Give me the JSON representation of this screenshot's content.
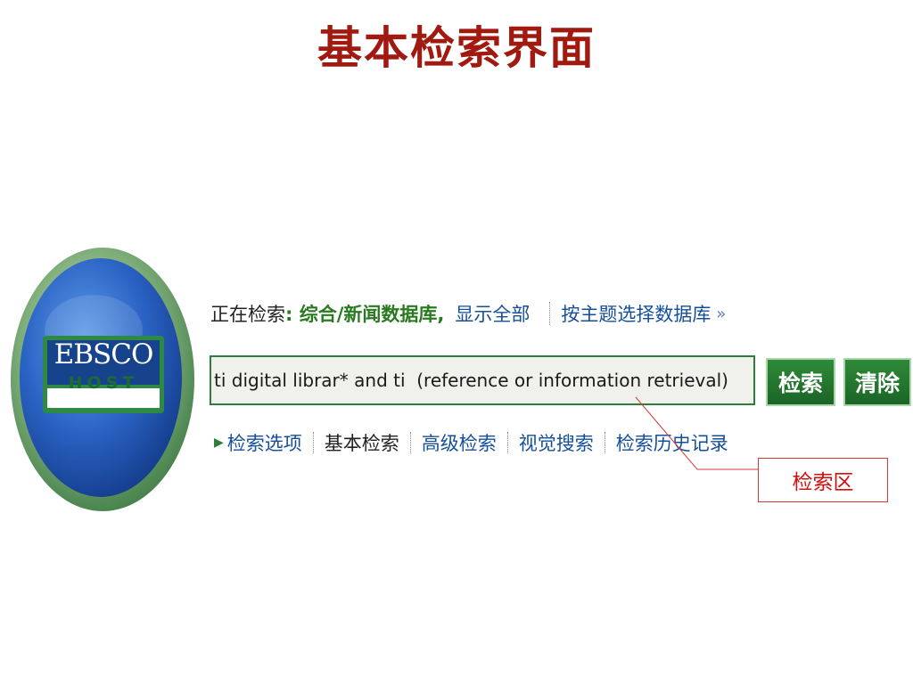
{
  "slide": {
    "title": "基本检索界面"
  },
  "logo": {
    "brand": "EBSCO",
    "sub": "HOST"
  },
  "search_scope": {
    "label": "正在检索",
    "database": ": 综合/新闻数据库,",
    "show_all": "显示全部",
    "choose_by_subject": "按主题选择数据库",
    "more_glyph": "»"
  },
  "search": {
    "query": "ti digital librar* and ti  (reference or information retrieval)",
    "search_button": "检索",
    "clear_button": "清除"
  },
  "nav": {
    "arrow_glyph": "▶",
    "items": [
      {
        "label": "检索选项"
      },
      {
        "label": "基本检索"
      },
      {
        "label": "高级检索"
      },
      {
        "label": "视觉搜索"
      },
      {
        "label": "检索历史记录"
      }
    ]
  },
  "callout": {
    "label": "检索区"
  },
  "colors": {
    "title": "#a01a10",
    "button_green": "#2e8a37",
    "link_blue": "#154f9a",
    "database_green": "#287a21",
    "callout_red": "#d01010"
  }
}
